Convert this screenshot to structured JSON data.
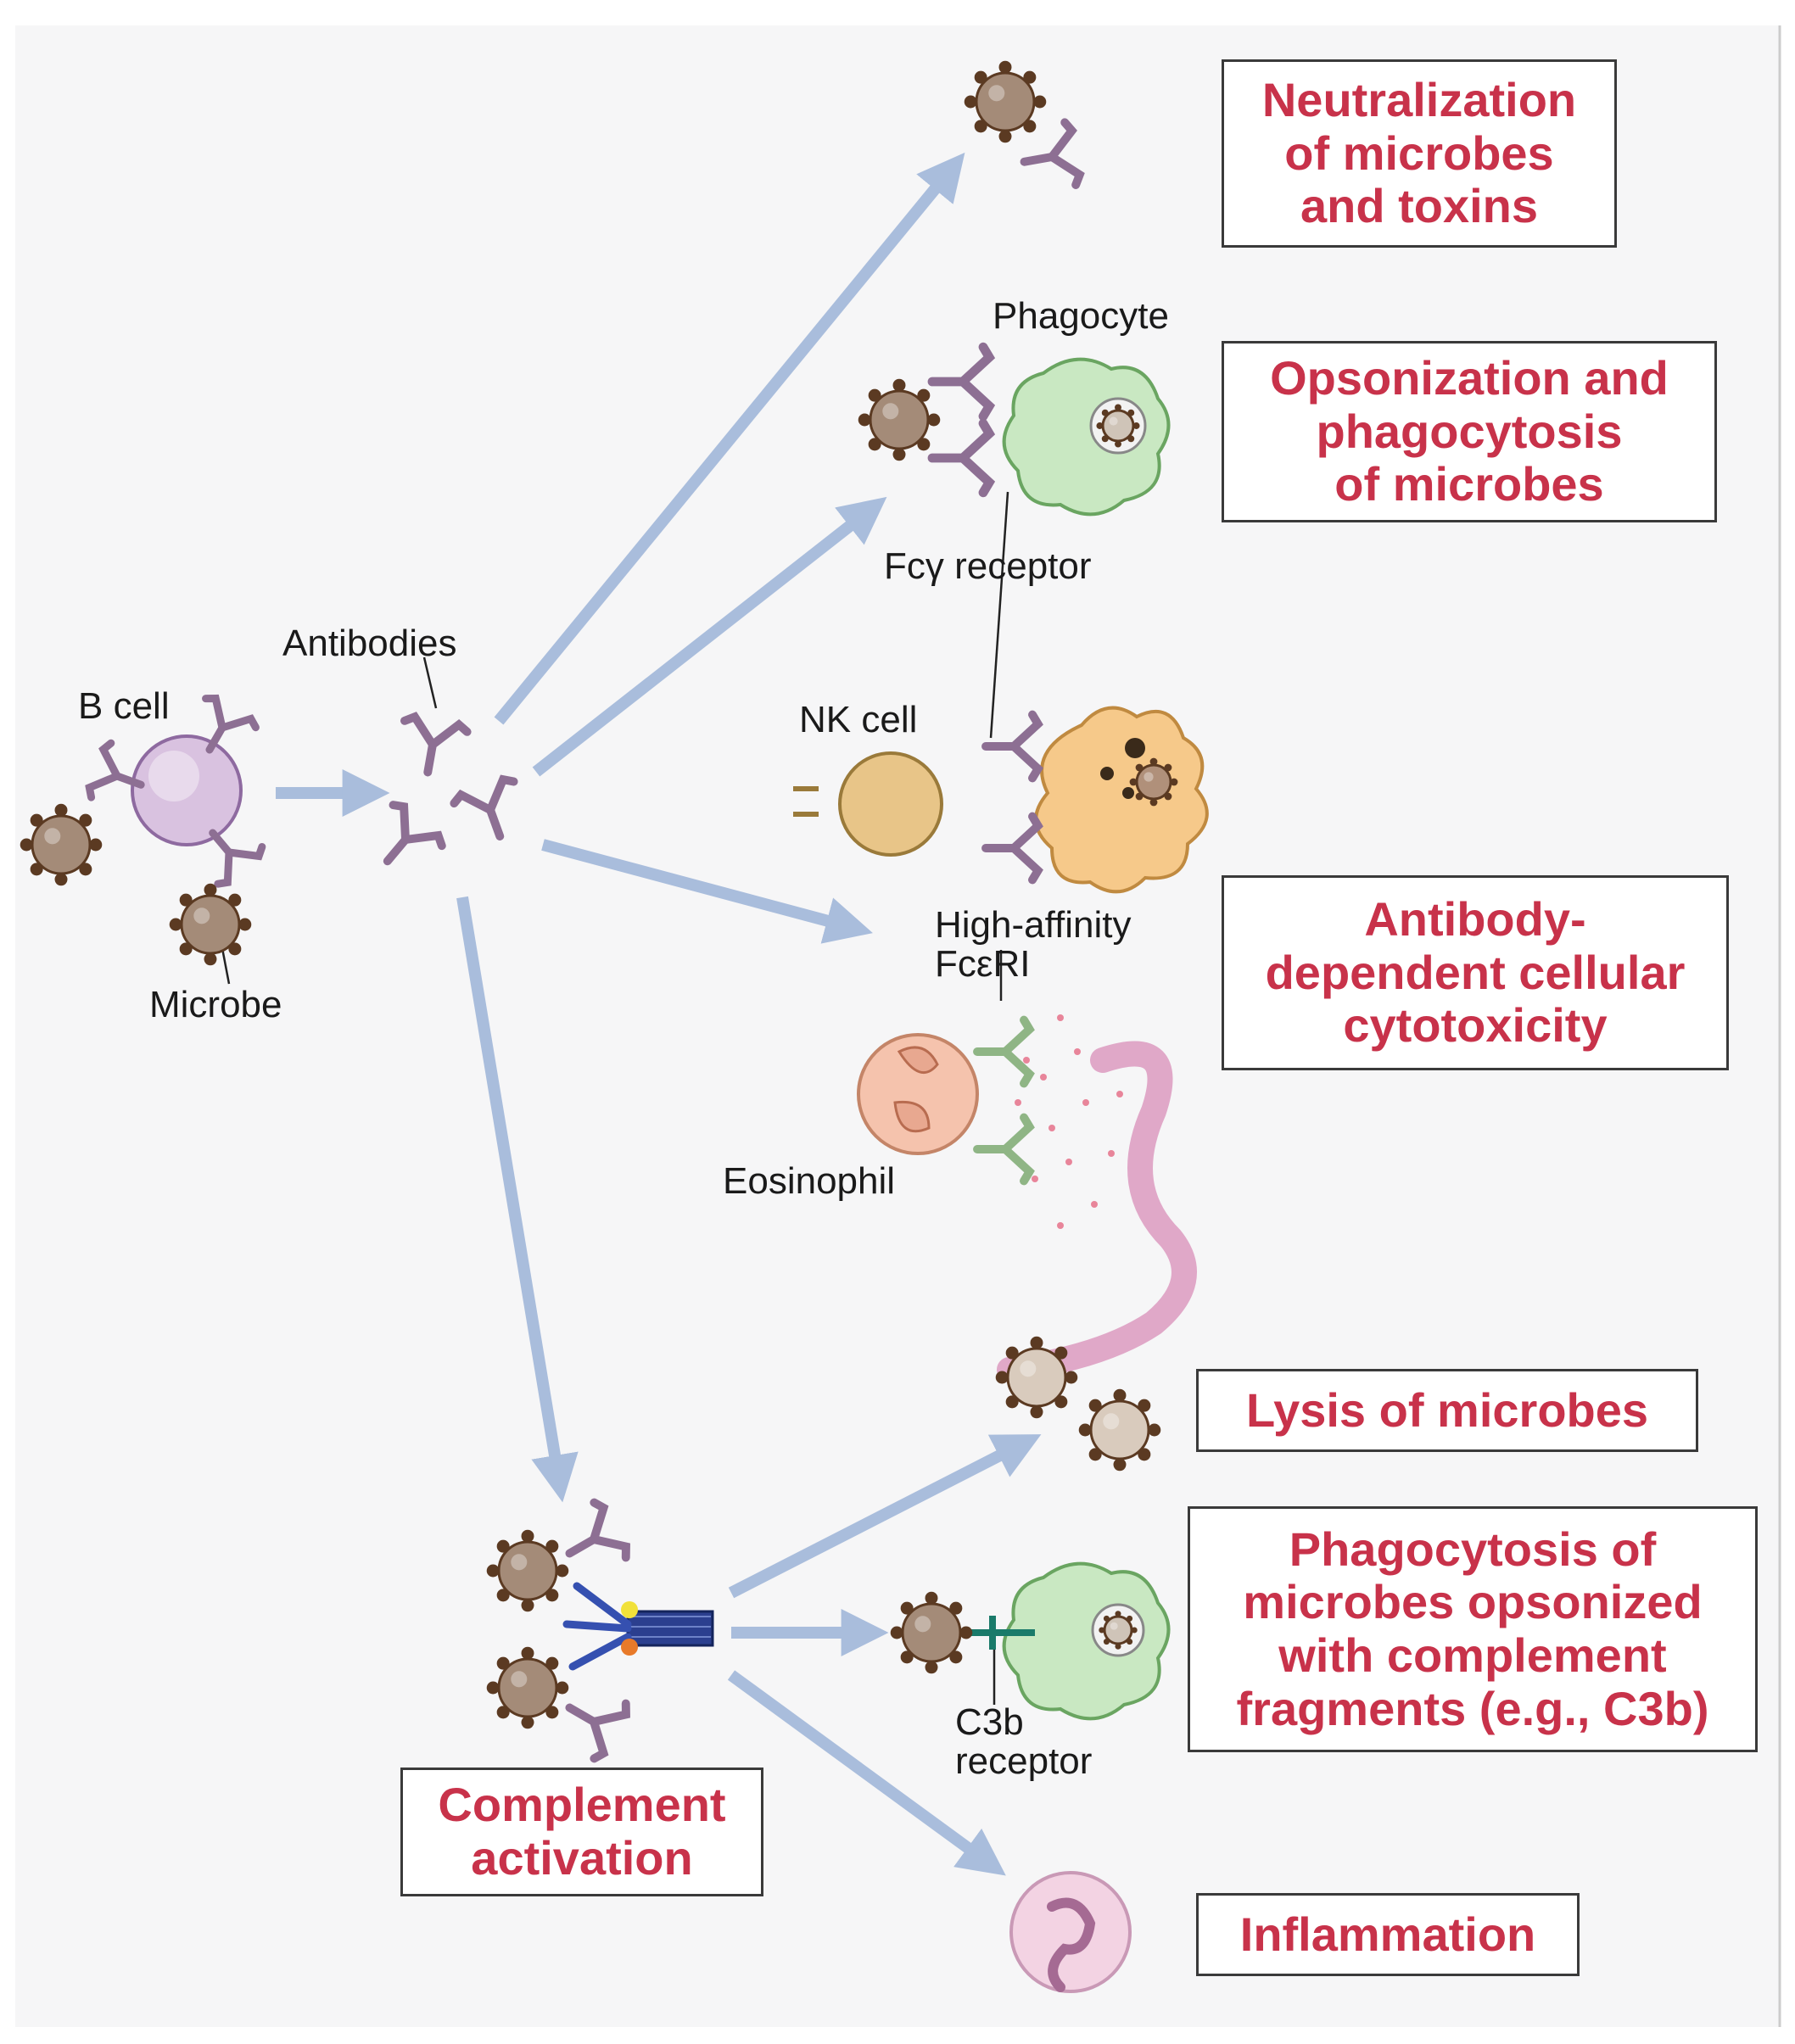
{
  "labels": {
    "b_cell": "B cell",
    "microbe": "Microbe",
    "antibodies": "Antibodies",
    "phagocyte": "Phagocyte",
    "fcy_receptor": "Fcγ receptor",
    "nk_cell": "NK cell",
    "high_affinity": "High-affinity\nFcεRI",
    "eosinophil": "Eosinophil",
    "c3b_receptor": "C3b\nreceptor"
  },
  "outcomes": {
    "neutralization": "Neutralization\nof microbes\nand toxins",
    "opsonization": "Opsonization and\nphagocytosis\nof microbes",
    "adcc": "Antibody-\ndependent cellular\ncytotoxicity",
    "lysis": "Lysis of microbes",
    "phagocytosis_c3b": "Phagocytosis of\nmicrobes opsonized\nwith complement\nfragments (e.g., C3b)",
    "inflammation": "Inflammation",
    "complement": "Complement\nactivation"
  },
  "colors": {
    "background": "#f6f6f7",
    "arrow": "#a9bddc",
    "outcome_text": "#c8324a",
    "b_cell": "#d9c2e0",
    "phagocyte": "#c9e8c2",
    "nk_cell": "#e8c588",
    "target_cell": "#f6c98a",
    "eosinophil": "#f5c3ad",
    "worm": "#e0a8c8",
    "neutrophil": "#f3d3e3",
    "microbe": "#a48b78",
    "antibody": "#8d6f93",
    "ige": "#8fb585",
    "complement": "#2b3f8f"
  }
}
